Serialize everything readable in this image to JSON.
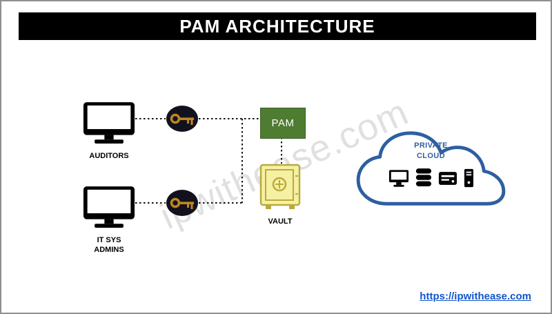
{
  "title": "PAM ARCHITECTURE",
  "nodes": {
    "auditors": {
      "label": "AUDITORS"
    },
    "it_sys_admins": {
      "label": "IT SYS ADMINS"
    },
    "pam": {
      "label": "PAM"
    },
    "vault": {
      "label": "VAULT"
    },
    "private_cloud": {
      "label": "PRIVATE CLOUD"
    }
  },
  "cloud_icons": [
    "monitor-icon",
    "database-icon",
    "card-reader-icon",
    "tower-pc-icon"
  ],
  "watermark": "ipwithease.com",
  "footer": {
    "link_text": "https://ipwithease.com"
  },
  "colors": {
    "title_bg": "#000000",
    "title_text": "#ffffff",
    "pam_bg": "#4e7c31",
    "pam_text": "#ffffff",
    "vault_fill": "#f6f0a3",
    "vault_stroke": "#b9aa3e",
    "cloud_stroke": "#2e5fa0",
    "cloud_text": "#2e5fa0",
    "key_bg": "#12121e",
    "key_gold": "#c0861f",
    "line_color": "#111111",
    "link_color": "#1155cc",
    "watermark_color": "#c8c8c8"
  }
}
